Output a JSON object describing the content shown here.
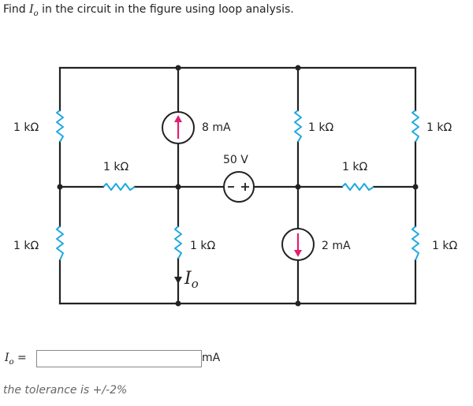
{
  "question": {
    "prefix": "Find ",
    "variable": "I",
    "variable_sub": "o",
    "suffix": " in the circuit in the figure using loop analysis."
  },
  "circuit": {
    "wire_color": "#222222",
    "resistor_color": "#1fa8e0",
    "arrow_color": "#e0206e",
    "labels": {
      "r_left_top": "1 kΩ",
      "r_left_bottom": "1 kΩ",
      "r_mid_left_horizontal": "1 kΩ",
      "source_8ma": "8 mA",
      "source_50v": "50 V",
      "r_center_vertical": "1 kΩ",
      "io_symbol": "I",
      "io_sub": "o",
      "r_right_mid_vertical": "1 kΩ",
      "r_mid_right_horizontal": "1 kΩ",
      "source_2ma": "2 mA",
      "r_right_top": "1 kΩ",
      "r_right_bottom": "1 kΩ"
    }
  },
  "answer": {
    "variable": "Io",
    "variable_main": "I",
    "variable_sub": "o",
    "equals": "=",
    "value": "",
    "unit": "mA"
  },
  "tolerance": "the tolerance is +/-2%"
}
